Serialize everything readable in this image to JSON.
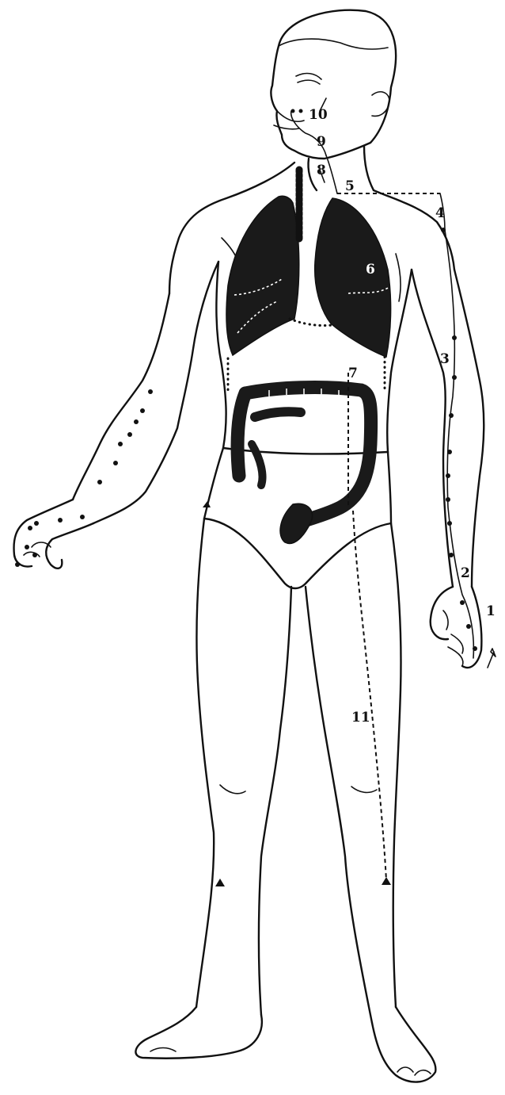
{
  "figure": {
    "colors": {
      "ink": "#111111",
      "organ": "#1a1a1a",
      "paper": "#ffffff"
    },
    "labels": [
      {
        "id": "l1",
        "text": "1"
      },
      {
        "id": "l2",
        "text": "2"
      },
      {
        "id": "l3",
        "text": "3"
      },
      {
        "id": "l4",
        "text": "4"
      },
      {
        "id": "l5",
        "text": "5"
      },
      {
        "id": "l6",
        "text": "6"
      },
      {
        "id": "l7",
        "text": "7"
      },
      {
        "id": "l8",
        "text": "8"
      },
      {
        "id": "l9",
        "text": "9"
      },
      {
        "id": "l10",
        "text": "10"
      },
      {
        "id": "l11",
        "text": "11"
      }
    ]
  }
}
